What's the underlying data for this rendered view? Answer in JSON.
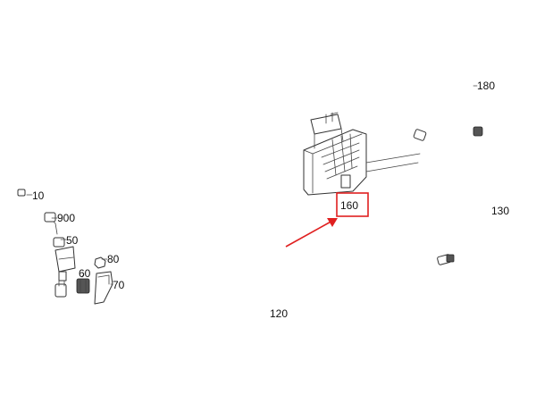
{
  "parts": [
    {
      "id": "p10",
      "number": "10"
    },
    {
      "id": "p50",
      "number": "50"
    },
    {
      "id": "p60",
      "number": "60"
    },
    {
      "id": "p70",
      "number": "70"
    },
    {
      "id": "p80",
      "number": "80"
    },
    {
      "id": "p120",
      "number": "120"
    },
    {
      "id": "p130",
      "number": "130"
    },
    {
      "id": "p160",
      "number": "160"
    },
    {
      "id": "p180",
      "number": "180"
    },
    {
      "id": "p900",
      "number": "900"
    }
  ],
  "highlight": {
    "part": "160",
    "box_color": "#e02020",
    "arrow_color": "#e02020"
  },
  "colors": {
    "line": "#333333",
    "label": "#111111",
    "background": "#ffffff"
  }
}
